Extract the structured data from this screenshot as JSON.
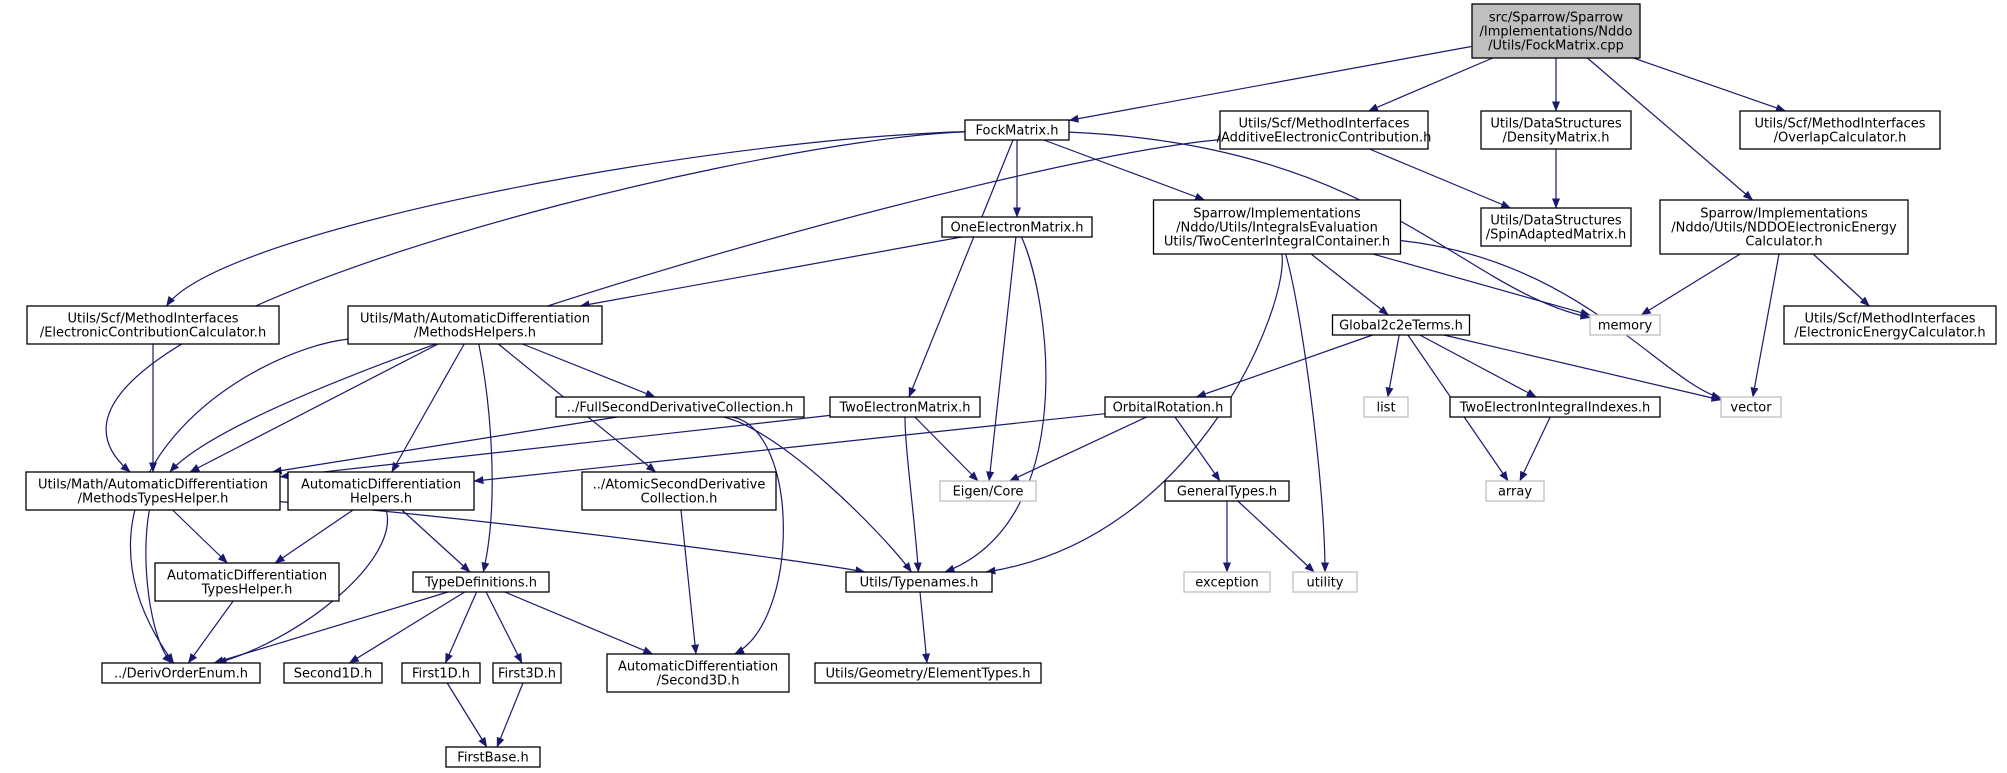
{
  "diagram": {
    "colors": {
      "edge": "#191970",
      "root_fill": "#bfbfbf",
      "root_border": "#000000",
      "node_fill": "#ffffff",
      "node_border": "#000000",
      "external_border": "#bfbfbf"
    },
    "nodes": [
      {
        "id": "root",
        "lines": [
          "src/Sparrow/Sparrow",
          "/Implementations/Nddo",
          "/Utils/FockMatrix.cpp"
        ],
        "kind": "root"
      },
      {
        "id": "fock",
        "lines": [
          "FockMatrix.h"
        ],
        "kind": "file"
      },
      {
        "id": "additive",
        "lines": [
          "Utils/Scf/MethodInterfaces",
          "/AdditiveElectronicContribution.h"
        ],
        "kind": "file"
      },
      {
        "id": "densitymatrix",
        "lines": [
          "Utils/DataStructures",
          "/DensityMatrix.h"
        ],
        "kind": "file"
      },
      {
        "id": "overlap",
        "lines": [
          "Utils/Scf/MethodInterfaces",
          "/OverlapCalculator.h"
        ],
        "kind": "file"
      },
      {
        "id": "onee",
        "lines": [
          "OneElectronMatrix.h"
        ],
        "kind": "file"
      },
      {
        "id": "twocenter",
        "lines": [
          "Sparrow/Implementations",
          "/Nddo/Utils/IntegralsEvaluation",
          "Utils/TwoCenterIntegralContainer.h"
        ],
        "kind": "file"
      },
      {
        "id": "spinadapted",
        "lines": [
          "Utils/DataStructures",
          "/SpinAdaptedMatrix.h"
        ],
        "kind": "file"
      },
      {
        "id": "nddoenergy",
        "lines": [
          "Sparrow/Implementations",
          "/Nddo/Utils/NDDOElectronicEnergy",
          "Calculator.h"
        ],
        "kind": "file"
      },
      {
        "id": "eccalc",
        "lines": [
          "Utils/Scf/MethodInterfaces",
          "/ElectronicContributionCalculator.h"
        ],
        "kind": "file"
      },
      {
        "id": "methodshelpers",
        "lines": [
          "Utils/Math/AutomaticDifferentiation",
          "/MethodsHelpers.h"
        ],
        "kind": "file"
      },
      {
        "id": "memory",
        "lines": [
          "memory"
        ],
        "kind": "external"
      },
      {
        "id": "global2c2e",
        "lines": [
          "Global2c2eTerms.h"
        ],
        "kind": "file"
      },
      {
        "id": "eecalc",
        "lines": [
          "Utils/Scf/MethodInterfaces",
          "/ElectronicEnergyCalculator.h"
        ],
        "kind": "file"
      },
      {
        "id": "fullsecond",
        "lines": [
          "../FullSecondDerivativeCollection.h"
        ],
        "kind": "file"
      },
      {
        "id": "twoe",
        "lines": [
          "TwoElectronMatrix.h"
        ],
        "kind": "file"
      },
      {
        "id": "orbital",
        "lines": [
          "OrbitalRotation.h"
        ],
        "kind": "file"
      },
      {
        "id": "list",
        "lines": [
          "list"
        ],
        "kind": "external"
      },
      {
        "id": "twoeidx",
        "lines": [
          "TwoElectronIntegralIndexes.h"
        ],
        "kind": "file"
      },
      {
        "id": "vector",
        "lines": [
          "vector"
        ],
        "kind": "external"
      },
      {
        "id": "methodstypes",
        "lines": [
          "Utils/Math/AutomaticDifferentiation",
          "/MethodsTypesHelper.h"
        ],
        "kind": "file"
      },
      {
        "id": "adhelpers",
        "lines": [
          "AutomaticDifferentiation",
          "Helpers.h"
        ],
        "kind": "file"
      },
      {
        "id": "atomicsecond",
        "lines": [
          "../AtomicSecondDerivative",
          "Collection.h"
        ],
        "kind": "file"
      },
      {
        "id": "eigen",
        "lines": [
          "Eigen/Core"
        ],
        "kind": "external"
      },
      {
        "id": "generaltypes",
        "lines": [
          "GeneralTypes.h"
        ],
        "kind": "file"
      },
      {
        "id": "array",
        "lines": [
          "array"
        ],
        "kind": "external"
      },
      {
        "id": "adtypeshelper",
        "lines": [
          "AutomaticDifferentiation",
          "TypesHelper.h"
        ],
        "kind": "file"
      },
      {
        "id": "typedefs",
        "lines": [
          "TypeDefinitions.h"
        ],
        "kind": "file"
      },
      {
        "id": "typenames",
        "lines": [
          "Utils/Typenames.h"
        ],
        "kind": "file"
      },
      {
        "id": "exception",
        "lines": [
          "exception"
        ],
        "kind": "external"
      },
      {
        "id": "utility",
        "lines": [
          "utility"
        ],
        "kind": "external"
      },
      {
        "id": "derivorder",
        "lines": [
          "../DerivOrderEnum.h"
        ],
        "kind": "file"
      },
      {
        "id": "second1d",
        "lines": [
          "Second1D.h"
        ],
        "kind": "file"
      },
      {
        "id": "first1d",
        "lines": [
          "First1D.h"
        ],
        "kind": "file"
      },
      {
        "id": "first3d",
        "lines": [
          "First3D.h"
        ],
        "kind": "file"
      },
      {
        "id": "second3d",
        "lines": [
          "AutomaticDifferentiation",
          "/Second3D.h"
        ],
        "kind": "file"
      },
      {
        "id": "elementtypes",
        "lines": [
          "Utils/Geometry/ElementTypes.h"
        ],
        "kind": "file"
      },
      {
        "id": "firstbase",
        "lines": [
          "FirstBase.h"
        ],
        "kind": "file"
      }
    ],
    "edges": [
      {
        "from": "root",
        "to": "fock"
      },
      {
        "from": "root",
        "to": "additive"
      },
      {
        "from": "root",
        "to": "densitymatrix"
      },
      {
        "from": "root",
        "to": "nddoenergy"
      },
      {
        "from": "root",
        "to": "overlap"
      },
      {
        "from": "fock",
        "to": "eccalc"
      },
      {
        "from": "fock",
        "to": "methodstypes"
      },
      {
        "from": "fock",
        "to": "onee"
      },
      {
        "from": "fock",
        "to": "twoe"
      },
      {
        "from": "fock",
        "to": "twocenter"
      },
      {
        "from": "fock",
        "to": "memory"
      },
      {
        "from": "additive",
        "to": "methodstypes"
      },
      {
        "from": "additive",
        "to": "spinadapted"
      },
      {
        "from": "densitymatrix",
        "to": "spinadapted"
      },
      {
        "from": "onee",
        "to": "methodshelpers"
      },
      {
        "from": "onee",
        "to": "eigen"
      },
      {
        "from": "onee",
        "to": "typenames"
      },
      {
        "from": "twocenter",
        "to": "global2c2e"
      },
      {
        "from": "twocenter",
        "to": "memory"
      },
      {
        "from": "twocenter",
        "to": "vector"
      },
      {
        "from": "twocenter",
        "to": "typenames"
      },
      {
        "from": "twocenter",
        "to": "utility"
      },
      {
        "from": "nddoenergy",
        "to": "memory"
      },
      {
        "from": "nddoenergy",
        "to": "eecalc"
      },
      {
        "from": "nddoenergy",
        "to": "vector"
      },
      {
        "from": "eccalc",
        "to": "methodstypes"
      },
      {
        "from": "methodshelpers",
        "to": "methodstypes"
      },
      {
        "from": "methodshelpers",
        "to": "adhelpers"
      },
      {
        "from": "methodshelpers",
        "to": "fullsecond"
      },
      {
        "from": "methodshelpers",
        "to": "atomicsecond"
      },
      {
        "from": "methodshelpers",
        "to": "typedefs"
      },
      {
        "from": "methodshelpers",
        "to": "derivorder"
      },
      {
        "from": "global2c2e",
        "to": "orbital"
      },
      {
        "from": "global2c2e",
        "to": "list"
      },
      {
        "from": "global2c2e",
        "to": "twoeidx"
      },
      {
        "from": "global2c2e",
        "to": "array"
      },
      {
        "from": "global2c2e",
        "to": "vector"
      },
      {
        "from": "fullsecond",
        "to": "methodstypes"
      },
      {
        "from": "fullsecond",
        "to": "typenames"
      },
      {
        "from": "fullsecond",
        "to": "second3d"
      },
      {
        "from": "twoe",
        "to": "methodstypes"
      },
      {
        "from": "twoe",
        "to": "eigen"
      },
      {
        "from": "twoe",
        "to": "typenames"
      },
      {
        "from": "orbital",
        "to": "adhelpers"
      },
      {
        "from": "orbital",
        "to": "eigen"
      },
      {
        "from": "orbital",
        "to": "generaltypes"
      },
      {
        "from": "twoeidx",
        "to": "array"
      },
      {
        "from": "methodstypes",
        "to": "adtypeshelper"
      },
      {
        "from": "methodstypes",
        "to": "derivorder"
      },
      {
        "from": "methodstypes",
        "to": "typenames"
      },
      {
        "from": "adhelpers",
        "to": "adtypeshelper"
      },
      {
        "from": "adhelpers",
        "to": "typedefs"
      },
      {
        "from": "adhelpers",
        "to": "derivorder"
      },
      {
        "from": "atomicsecond",
        "to": "second3d"
      },
      {
        "from": "generaltypes",
        "to": "exception"
      },
      {
        "from": "generaltypes",
        "to": "utility"
      },
      {
        "from": "adtypeshelper",
        "to": "derivorder"
      },
      {
        "from": "typedefs",
        "to": "derivorder"
      },
      {
        "from": "typedefs",
        "to": "second1d"
      },
      {
        "from": "typedefs",
        "to": "first1d"
      },
      {
        "from": "typedefs",
        "to": "first3d"
      },
      {
        "from": "typedefs",
        "to": "second3d"
      },
      {
        "from": "typenames",
        "to": "elementtypes"
      },
      {
        "from": "first1d",
        "to": "firstbase"
      },
      {
        "from": "first3d",
        "to": "firstbase"
      }
    ]
  }
}
